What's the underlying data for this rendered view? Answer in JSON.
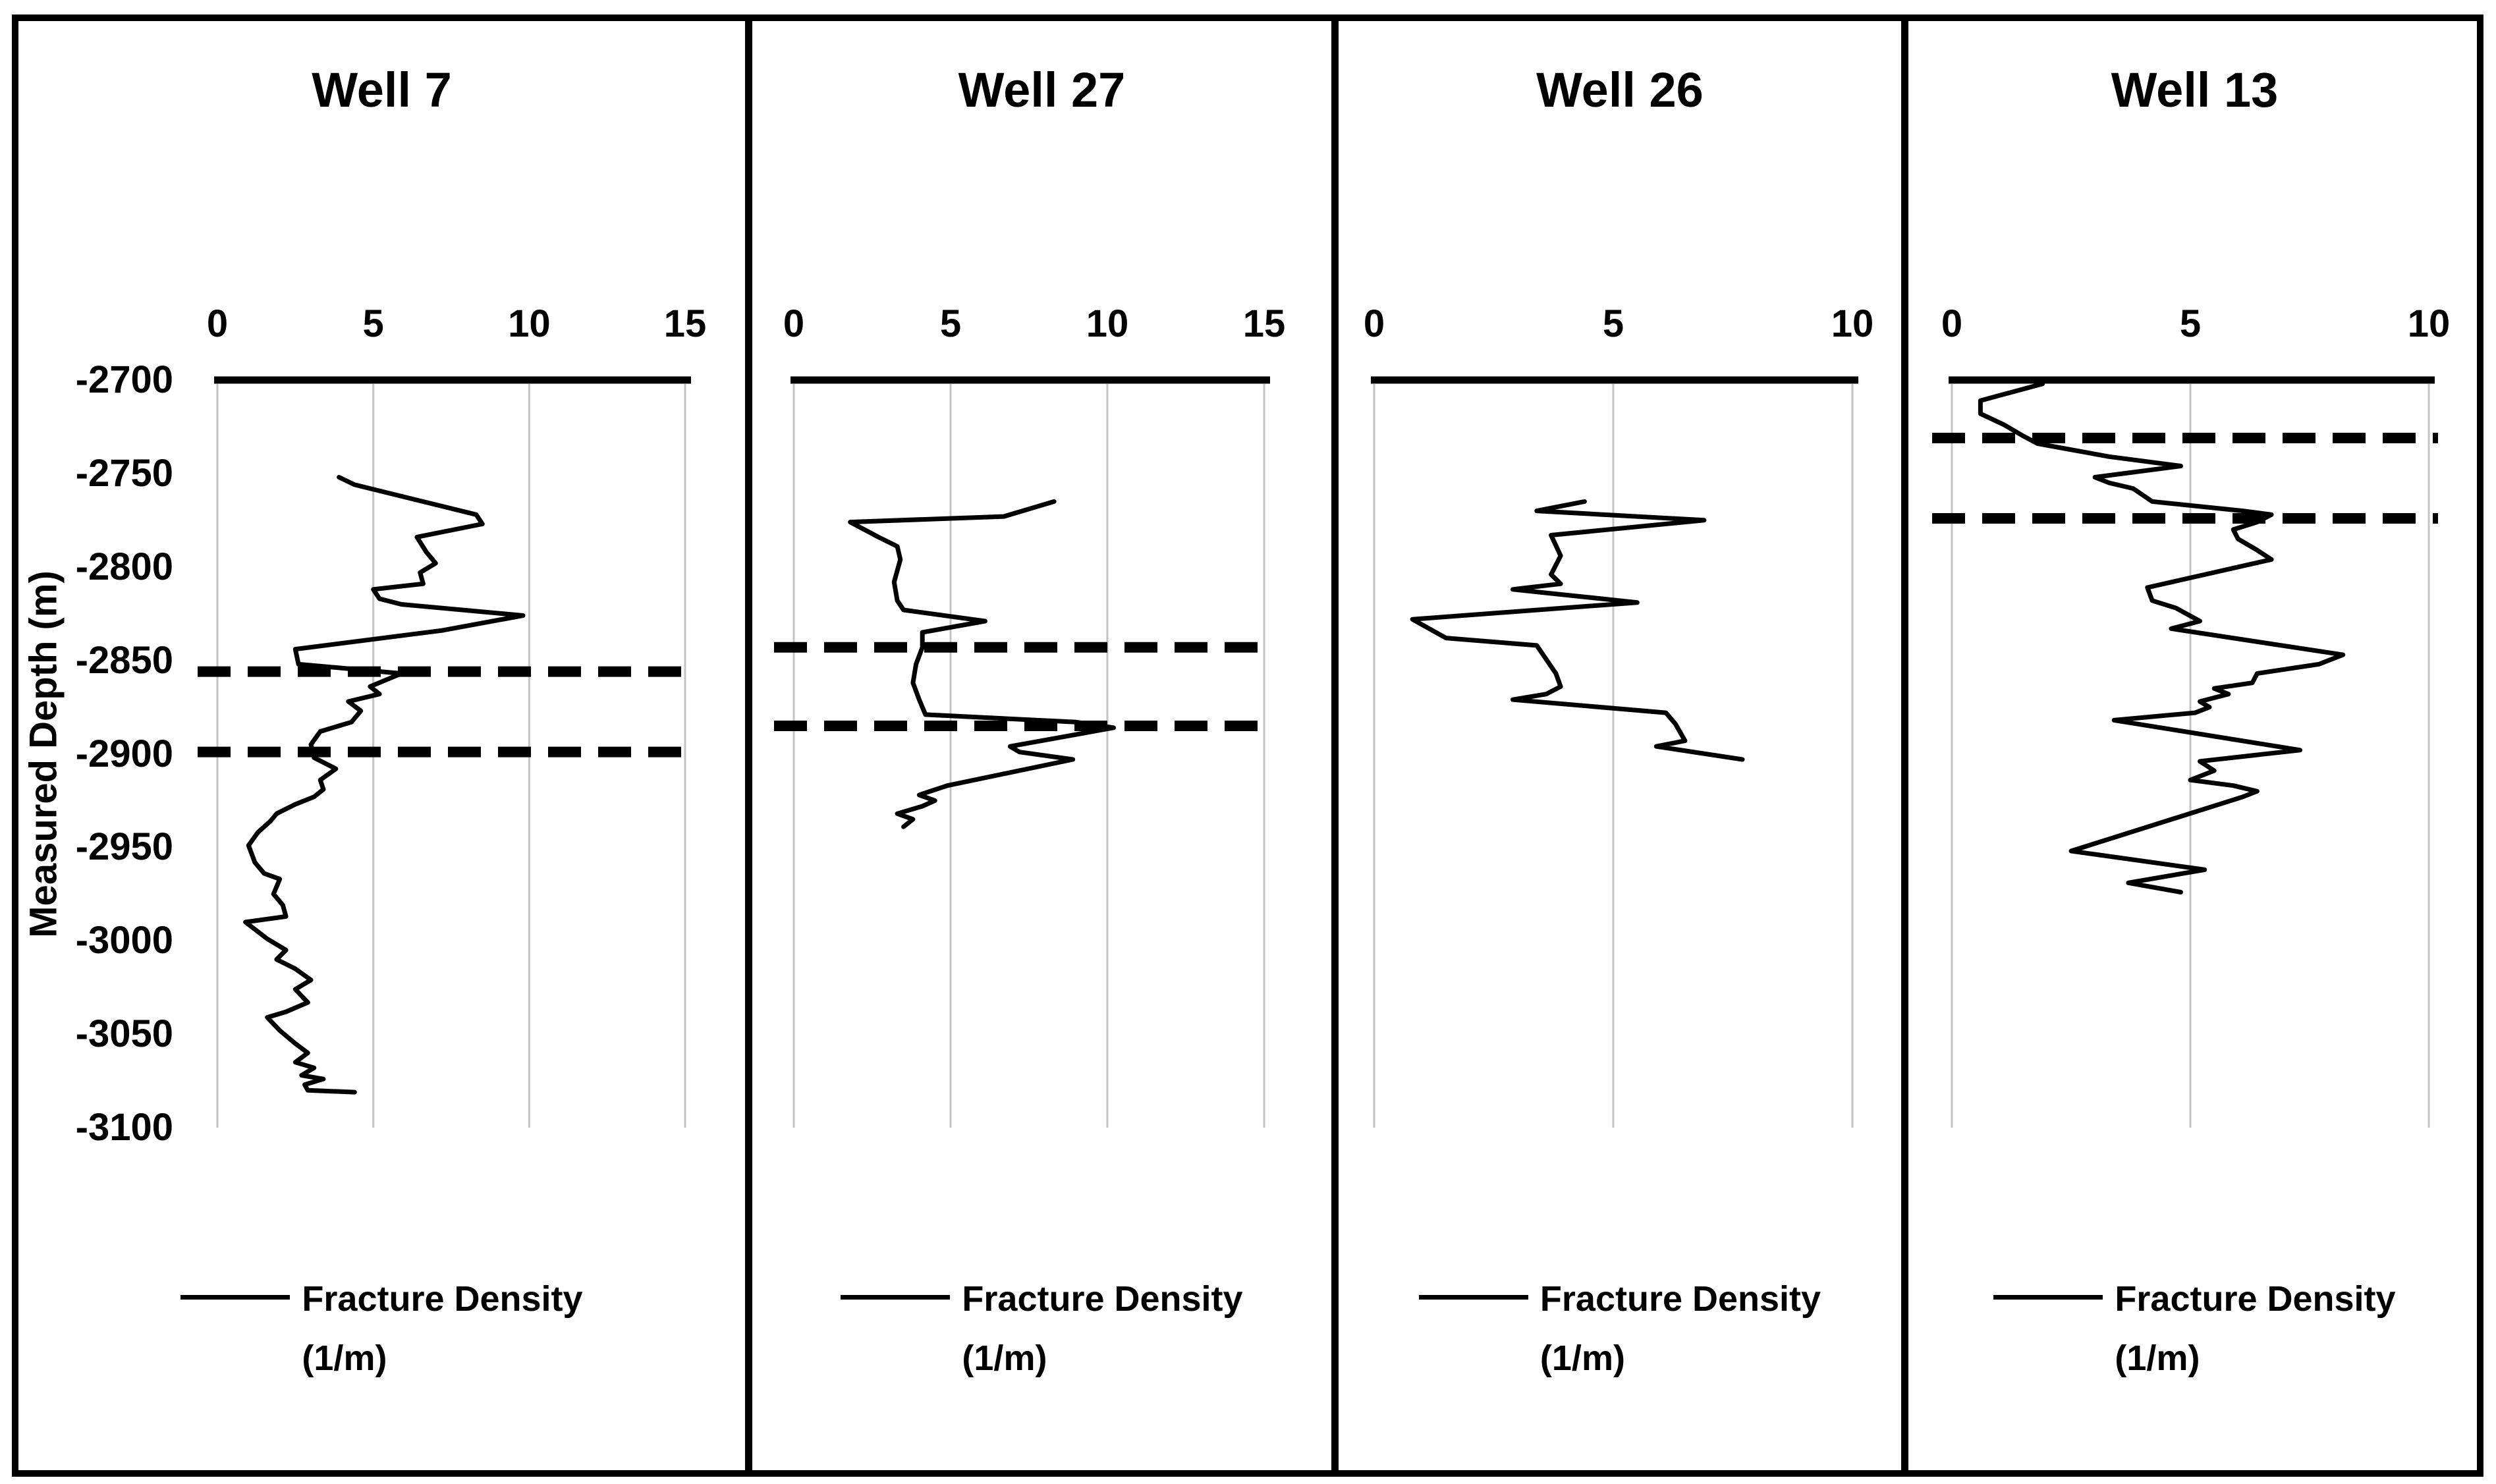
{
  "y_axis": {
    "title": "Measured Depth (m)",
    "tick_labels": [
      "-2700",
      "-2750",
      "-2800",
      "-2850",
      "-2900",
      "-2950",
      "-3000",
      "-3050",
      "-3100"
    ],
    "tick_values": [
      -2700,
      -2750,
      -2800,
      -2850,
      -2900,
      -2950,
      -3000,
      -3050,
      -3100
    ]
  },
  "colors": {
    "line": "#000000",
    "grid": "#c3c3c3",
    "dash_marker": "#000000",
    "axis": "#000000",
    "border": "#000000",
    "background": "#ffffff",
    "text": "#000000"
  },
  "chart_data": [
    {
      "type": "line",
      "title": "Well 7",
      "xlim": [
        0,
        15
      ],
      "xticks": [
        0,
        5,
        10,
        15
      ],
      "ylim": [
        -3100,
        -2700
      ],
      "ylabel": "Measured Depth (m)",
      "grid": true,
      "legend_position": "bottom",
      "legend": [
        "Fracture Density",
        "(1/m)"
      ],
      "dashed_depth_lines": [
        -2856,
        -2899
      ],
      "series": [
        {
          "name": "Fracture Density (1/m)",
          "points": [
            [
              3.9,
              -2752
            ],
            [
              4.4,
              -2756
            ],
            [
              8.3,
              -2772
            ],
            [
              8.5,
              -2777
            ],
            [
              6.4,
              -2784
            ],
            [
              6.7,
              -2792
            ],
            [
              7.0,
              -2798
            ],
            [
              6.5,
              -2803
            ],
            [
              6.6,
              -2809
            ],
            [
              5.0,
              -2812
            ],
            [
              5.2,
              -2817
            ],
            [
              5.9,
              -2820
            ],
            [
              9.8,
              -2826
            ],
            [
              7.2,
              -2834
            ],
            [
              2.5,
              -2844
            ],
            [
              2.6,
              -2852
            ],
            [
              5.9,
              -2857
            ],
            [
              4.9,
              -2864
            ],
            [
              5.2,
              -2868
            ],
            [
              4.2,
              -2872
            ],
            [
              4.6,
              -2877
            ],
            [
              4.3,
              -2883
            ],
            [
              3.3,
              -2888
            ],
            [
              3.0,
              -2895
            ],
            [
              3.1,
              -2902
            ],
            [
              3.8,
              -2908
            ],
            [
              3.3,
              -2914
            ],
            [
              3.4,
              -2919
            ],
            [
              3.1,
              -2923
            ],
            [
              2.5,
              -2927
            ],
            [
              1.9,
              -2932
            ],
            [
              1.7,
              -2936
            ],
            [
              1.3,
              -2942
            ],
            [
              1.0,
              -2949
            ],
            [
              1.2,
              -2958
            ],
            [
              1.5,
              -2964
            ],
            [
              2.0,
              -2967
            ],
            [
              1.8,
              -2975
            ],
            [
              2.1,
              -2981
            ],
            [
              2.2,
              -2987
            ],
            [
              0.9,
              -2990
            ],
            [
              1.6,
              -2999
            ],
            [
              2.2,
              -3005
            ],
            [
              1.9,
              -3010
            ],
            [
              2.5,
              -3015
            ],
            [
              3.0,
              -3021
            ],
            [
              2.5,
              -3026
            ],
            [
              2.9,
              -3033
            ],
            [
              2.2,
              -3038
            ],
            [
              1.6,
              -3041
            ],
            [
              2.0,
              -3048
            ],
            [
              2.5,
              -3055
            ],
            [
              2.9,
              -3060
            ],
            [
              2.5,
              -3065
            ],
            [
              3.1,
              -3068
            ],
            [
              2.7,
              -3072
            ],
            [
              3.4,
              -3074
            ],
            [
              2.8,
              -3077
            ],
            [
              2.9,
              -3080
            ],
            [
              4.4,
              -3081
            ]
          ]
        }
      ]
    },
    {
      "type": "line",
      "title": "Well 27",
      "xlim": [
        0,
        15
      ],
      "xticks": [
        0,
        5,
        10,
        15
      ],
      "ylim": [
        -3100,
        -2700
      ],
      "ylabel": "Measured Depth (m)",
      "grid": true,
      "legend_position": "bottom",
      "legend": [
        "Fracture Density",
        "(1/m)"
      ],
      "dashed_depth_lines": [
        -2843,
        -2885
      ],
      "series": [
        {
          "name": "Fracture Density (1/m)",
          "points": [
            [
              8.3,
              -2765
            ],
            [
              6.7,
              -2773
            ],
            [
              1.8,
              -2776
            ],
            [
              2.7,
              -2784
            ],
            [
              3.3,
              -2789
            ],
            [
              3.4,
              -2796
            ],
            [
              3.2,
              -2808
            ],
            [
              3.3,
              -2818
            ],
            [
              3.5,
              -2823
            ],
            [
              6.1,
              -2829
            ],
            [
              4.1,
              -2835
            ],
            [
              4.1,
              -2843
            ],
            [
              3.9,
              -2852
            ],
            [
              3.8,
              -2862
            ],
            [
              4.0,
              -2871
            ],
            [
              4.2,
              -2879
            ],
            [
              9.0,
              -2883
            ],
            [
              10.2,
              -2886
            ],
            [
              6.9,
              -2896
            ],
            [
              7.2,
              -2899
            ],
            [
              8.9,
              -2903
            ],
            [
              4.9,
              -2917
            ],
            [
              4.0,
              -2922
            ],
            [
              4.5,
              -2925
            ],
            [
              4.1,
              -2928
            ],
            [
              3.3,
              -2932
            ],
            [
              3.8,
              -2935
            ],
            [
              3.5,
              -2939
            ]
          ]
        }
      ]
    },
    {
      "type": "line",
      "title": "Well 26",
      "xlim": [
        0,
        10
      ],
      "xticks": [
        0,
        5,
        10
      ],
      "ylim": [
        -3100,
        -2700
      ],
      "ylabel": "Measured Depth (m)",
      "grid": true,
      "legend_position": "bottom",
      "legend": [
        "Fracture Density",
        "(1/m)"
      ],
      "dashed_depth_lines": [],
      "series": [
        {
          "name": "Fracture Density (1/m)",
          "points": [
            [
              4.4,
              -2765
            ],
            [
              3.4,
              -2770
            ],
            [
              6.9,
              -2775
            ],
            [
              3.7,
              -2783
            ],
            [
              3.9,
              -2794
            ],
            [
              3.7,
              -2804
            ],
            [
              3.9,
              -2809
            ],
            [
              2.9,
              -2812
            ],
            [
              5.5,
              -2819
            ],
            [
              0.8,
              -2828
            ],
            [
              1.5,
              -2838
            ],
            [
              3.4,
              -2842
            ],
            [
              3.8,
              -2857
            ],
            [
              3.9,
              -2864
            ],
            [
              3.6,
              -2868
            ],
            [
              2.9,
              -2871
            ],
            [
              6.1,
              -2878
            ],
            [
              6.3,
              -2884
            ],
            [
              6.5,
              -2893
            ],
            [
              5.9,
              -2896
            ],
            [
              7.7,
              -2903
            ]
          ]
        }
      ]
    },
    {
      "type": "line",
      "title": "Well 13",
      "xlim": [
        0,
        10
      ],
      "xticks": [
        0,
        5,
        10
      ],
      "ylim": [
        -3100,
        -2700
      ],
      "ylabel": "Measured Depth (m)",
      "grid": true,
      "legend_position": "bottom",
      "legend": [
        "Fracture Density",
        "(1/m)"
      ],
      "dashed_depth_lines": [
        -2731,
        -2774
      ],
      "series": [
        {
          "name": "Fracture Density (1/m)",
          "points": [
            [
              1.9,
              -2702
            ],
            [
              0.6,
              -2711
            ],
            [
              0.6,
              -2718
            ],
            [
              1.1,
              -2724
            ],
            [
              1.5,
              -2730
            ],
            [
              1.8,
              -2734
            ],
            [
              3.3,
              -2741
            ],
            [
              4.8,
              -2746
            ],
            [
              3.0,
              -2752
            ],
            [
              3.3,
              -2755
            ],
            [
              3.8,
              -2758
            ],
            [
              4.2,
              -2765
            ],
            [
              6.1,
              -2770
            ],
            [
              6.7,
              -2772
            ],
            [
              6.4,
              -2776
            ],
            [
              5.9,
              -2780
            ],
            [
              6.0,
              -2785
            ],
            [
              6.4,
              -2791
            ],
            [
              6.7,
              -2796
            ],
            [
              4.1,
              -2811
            ],
            [
              4.2,
              -2818
            ],
            [
              4.7,
              -2822
            ],
            [
              5.2,
              -2829
            ],
            [
              4.6,
              -2833
            ],
            [
              8.2,
              -2847
            ],
            [
              7.7,
              -2852
            ],
            [
              6.4,
              -2857
            ],
            [
              6.3,
              -2862
            ],
            [
              5.5,
              -2865
            ],
            [
              5.8,
              -2868
            ],
            [
              5.2,
              -2872
            ],
            [
              5.4,
              -2875
            ],
            [
              5.1,
              -2878
            ],
            [
              3.4,
              -2882
            ],
            [
              7.3,
              -2898
            ],
            [
              5.2,
              -2904
            ],
            [
              5.5,
              -2909
            ],
            [
              5.0,
              -2914
            ],
            [
              5.9,
              -2917
            ],
            [
              6.4,
              -2920
            ],
            [
              6.1,
              -2923
            ],
            [
              2.5,
              -2952
            ],
            [
              5.3,
              -2962
            ],
            [
              3.7,
              -2969
            ],
            [
              4.8,
              -2974
            ]
          ]
        }
      ]
    }
  ]
}
